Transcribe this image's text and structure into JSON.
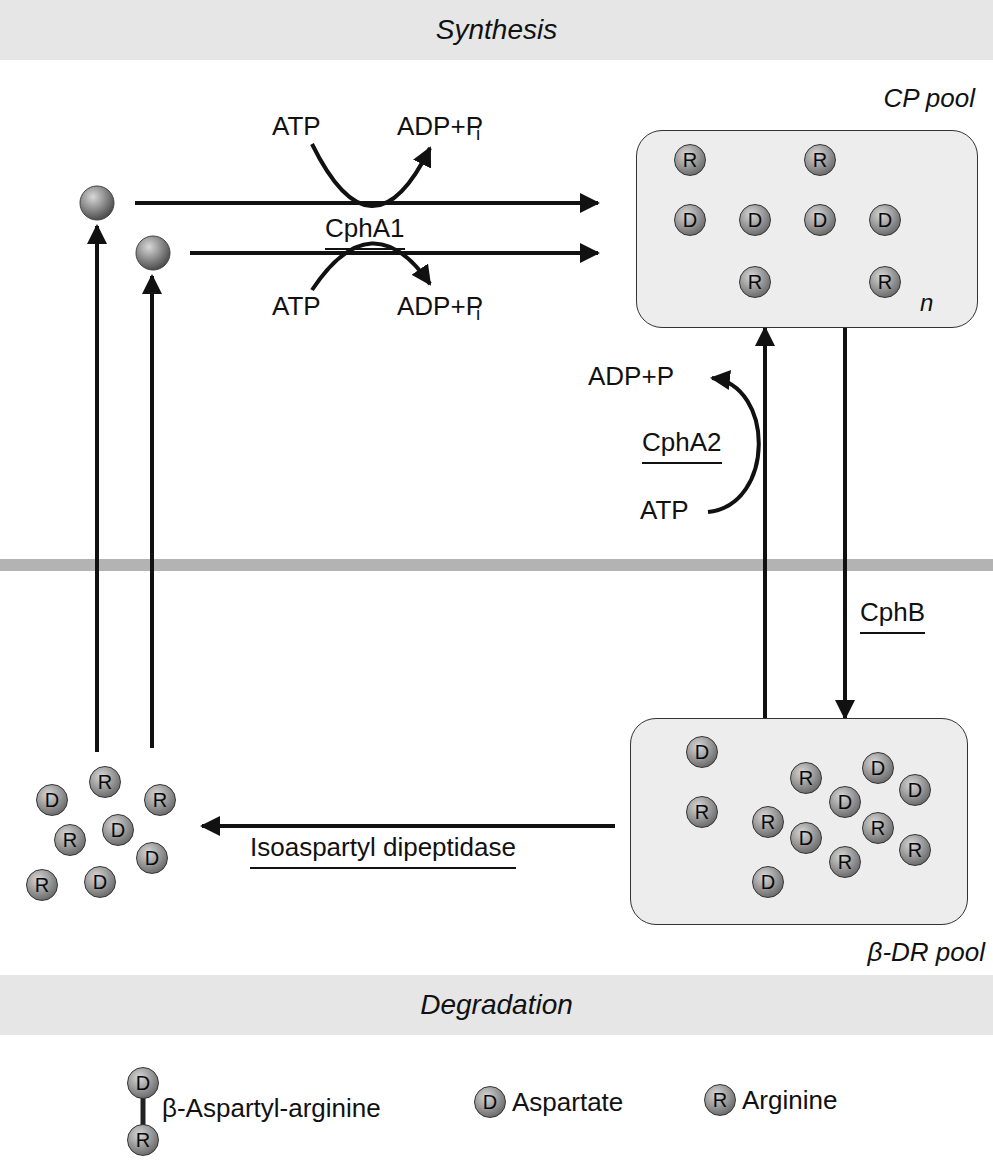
{
  "diagram": {
    "nodes": [
      {
        "text": [
          "Synthesis"
        ]
      },
      {
        "text": [
          "CP pool"
        ]
      },
      {
        "text": [
          "β-DR pool"
        ]
      },
      {
        "text": [
          "Degradation"
        ]
      }
    ],
    "edges": [
      {
        "from": 1,
        "to": 2,
        "arrow": "to",
        "label": "CphB"
      },
      {
        "from": 2,
        "to": 1,
        "arrow": "to",
        "label": "CphA2"
      }
    ],
    "labels": [
      "CphA1",
      "ATP",
      "ADP+P",
      "i",
      "ATP",
      "ADP+P",
      "i",
      "ADP+P",
      "ATP",
      "Isoaspartyl dipeptidase",
      "n",
      "R",
      "D",
      "D",
      "R",
      "R",
      "D",
      "D",
      "R",
      "D",
      "R",
      "R",
      "D",
      "R",
      "D",
      "D",
      "R",
      "D",
      "R",
      "D",
      "R",
      "D",
      "R",
      "R",
      "R",
      "D",
      "D",
      "R",
      "D",
      "D",
      "R",
      "D",
      "R"
    ],
    "legend": [
      {
        "text": "β-Aspartyl-arginine"
      },
      {
        "text": "Aspartate"
      },
      {
        "text": "Arginine"
      }
    ]
  }
}
